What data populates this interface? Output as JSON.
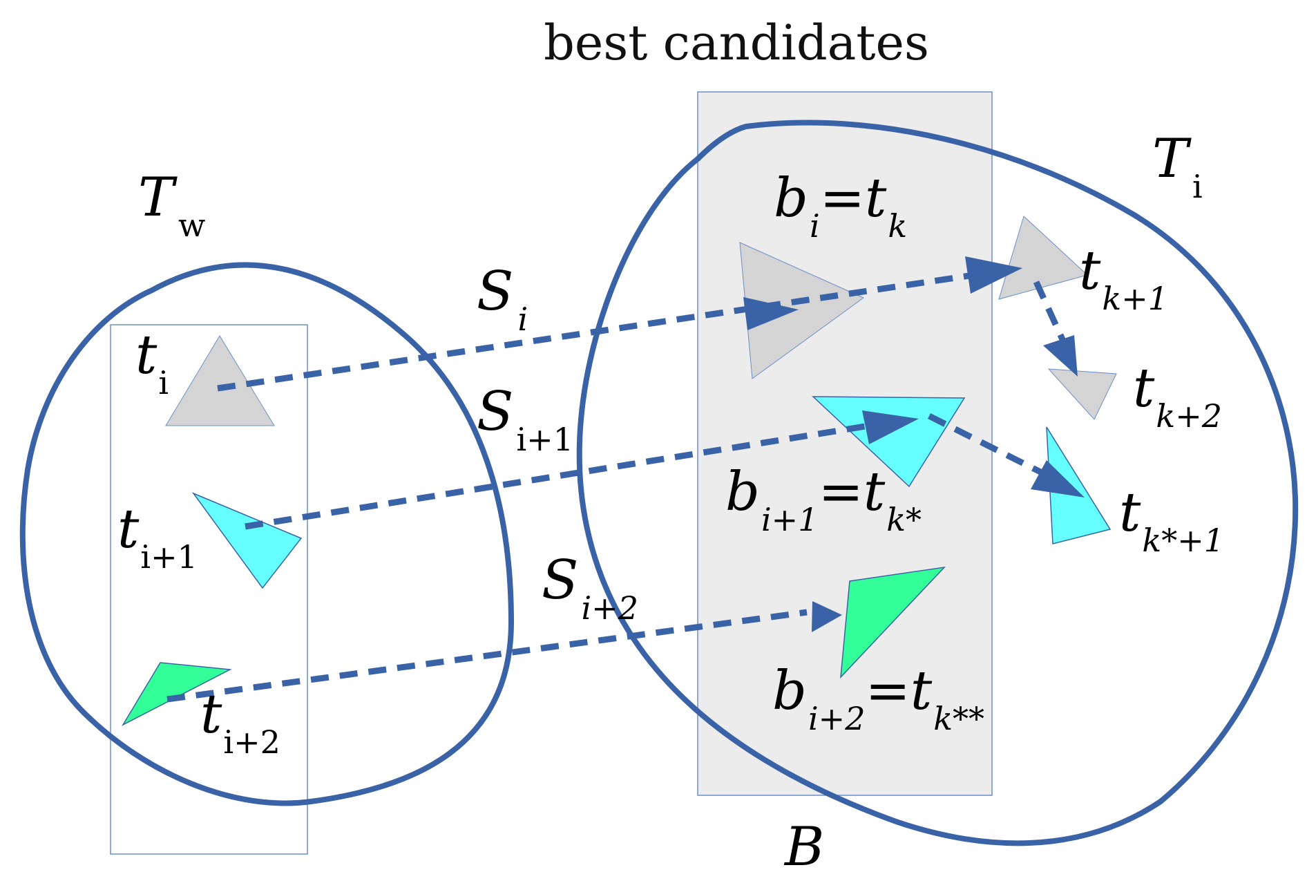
{
  "diagram": {
    "title": "best candidates",
    "set_left": {
      "letter": "T",
      "subscript": "w"
    },
    "set_right": {
      "letter": "T",
      "subscript": "i"
    },
    "set_best": {
      "letter": "B"
    },
    "seq_labels": [
      {
        "letter": "S",
        "subscript": "i"
      },
      {
        "letter": "S",
        "subscript": "i+1"
      },
      {
        "letter": "S",
        "subscript": "i+2"
      }
    ],
    "left_items": [
      {
        "letter": "t",
        "subscript": "i"
      },
      {
        "letter": "t",
        "subscript": "i+1"
      },
      {
        "letter": "t",
        "subscript": "i+2"
      }
    ],
    "best_items": [
      {
        "lhs": "b",
        "lhs_sub": "i",
        "eq": "=",
        "rhs": "t",
        "rhs_sub": "k"
      },
      {
        "lhs": "b",
        "lhs_sub": "i+1",
        "eq": "=",
        "rhs": "t",
        "rhs_sub": "k*"
      },
      {
        "lhs": "b",
        "lhs_sub": "i+2",
        "eq": "=",
        "rhs": "t",
        "rhs_sub": "k**"
      }
    ],
    "next_items": [
      {
        "letter": "t",
        "subscript": "k+1"
      },
      {
        "letter": "t",
        "subscript": "k+2"
      },
      {
        "letter": "t",
        "subscript": "k*+1"
      }
    ],
    "colors": {
      "blob": "#3a62a6",
      "gray_triangle": "#d4d4d4",
      "cyan_triangle": "#66ffff",
      "green_triangle": "#33ff99",
      "best_box": "#ececec",
      "box_border": "#6a8fc8"
    }
  }
}
